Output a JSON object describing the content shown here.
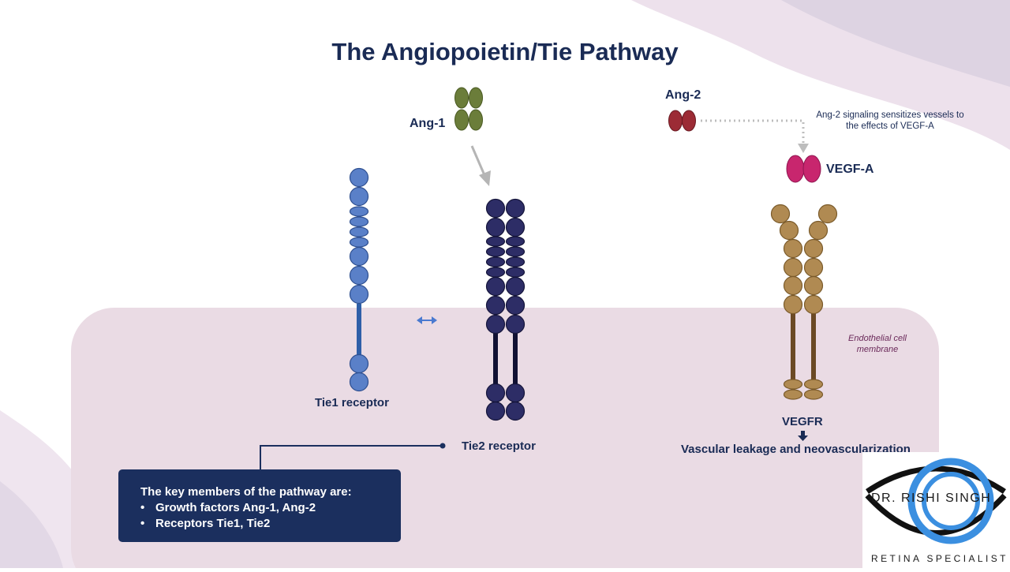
{
  "slide": {
    "title": "The Angiopoietin/Tie Pathway"
  },
  "labels": {
    "ang1": "Ang-1",
    "ang2": "Ang-2",
    "vegfa": "VEGF-A",
    "ang2_note": "Ang-2 signaling sensitizes vessels to the effects of VEGF-A",
    "tie1": "Tie1 receptor",
    "tie2": "Tie2 receptor",
    "vegfr": "VEGFR",
    "outcome": "Vascular leakage and neovascularization",
    "membrane": "Endothelial cell membrane"
  },
  "info_box": {
    "heading": "The key members of the pathway are:",
    "items": [
      "Growth factors Ang-1, Ang-2",
      "Receptors Tie1, Tie2"
    ]
  },
  "logo": {
    "name": "DR. RISHI SINGH",
    "tagline": "RETINA SPECIALIST",
    "ring_color": "#3b8fe0"
  },
  "colors": {
    "title": "#1a2b55",
    "ang1": "#6b7d3a",
    "ang2": "#9c2b35",
    "vegfa": "#c8266e",
    "tie1": "#5a80c8",
    "tie2": "#2d2d66",
    "vegfr": "#b08a52",
    "membrane": "#eadbe4",
    "info_box": "#1b2f5e"
  }
}
